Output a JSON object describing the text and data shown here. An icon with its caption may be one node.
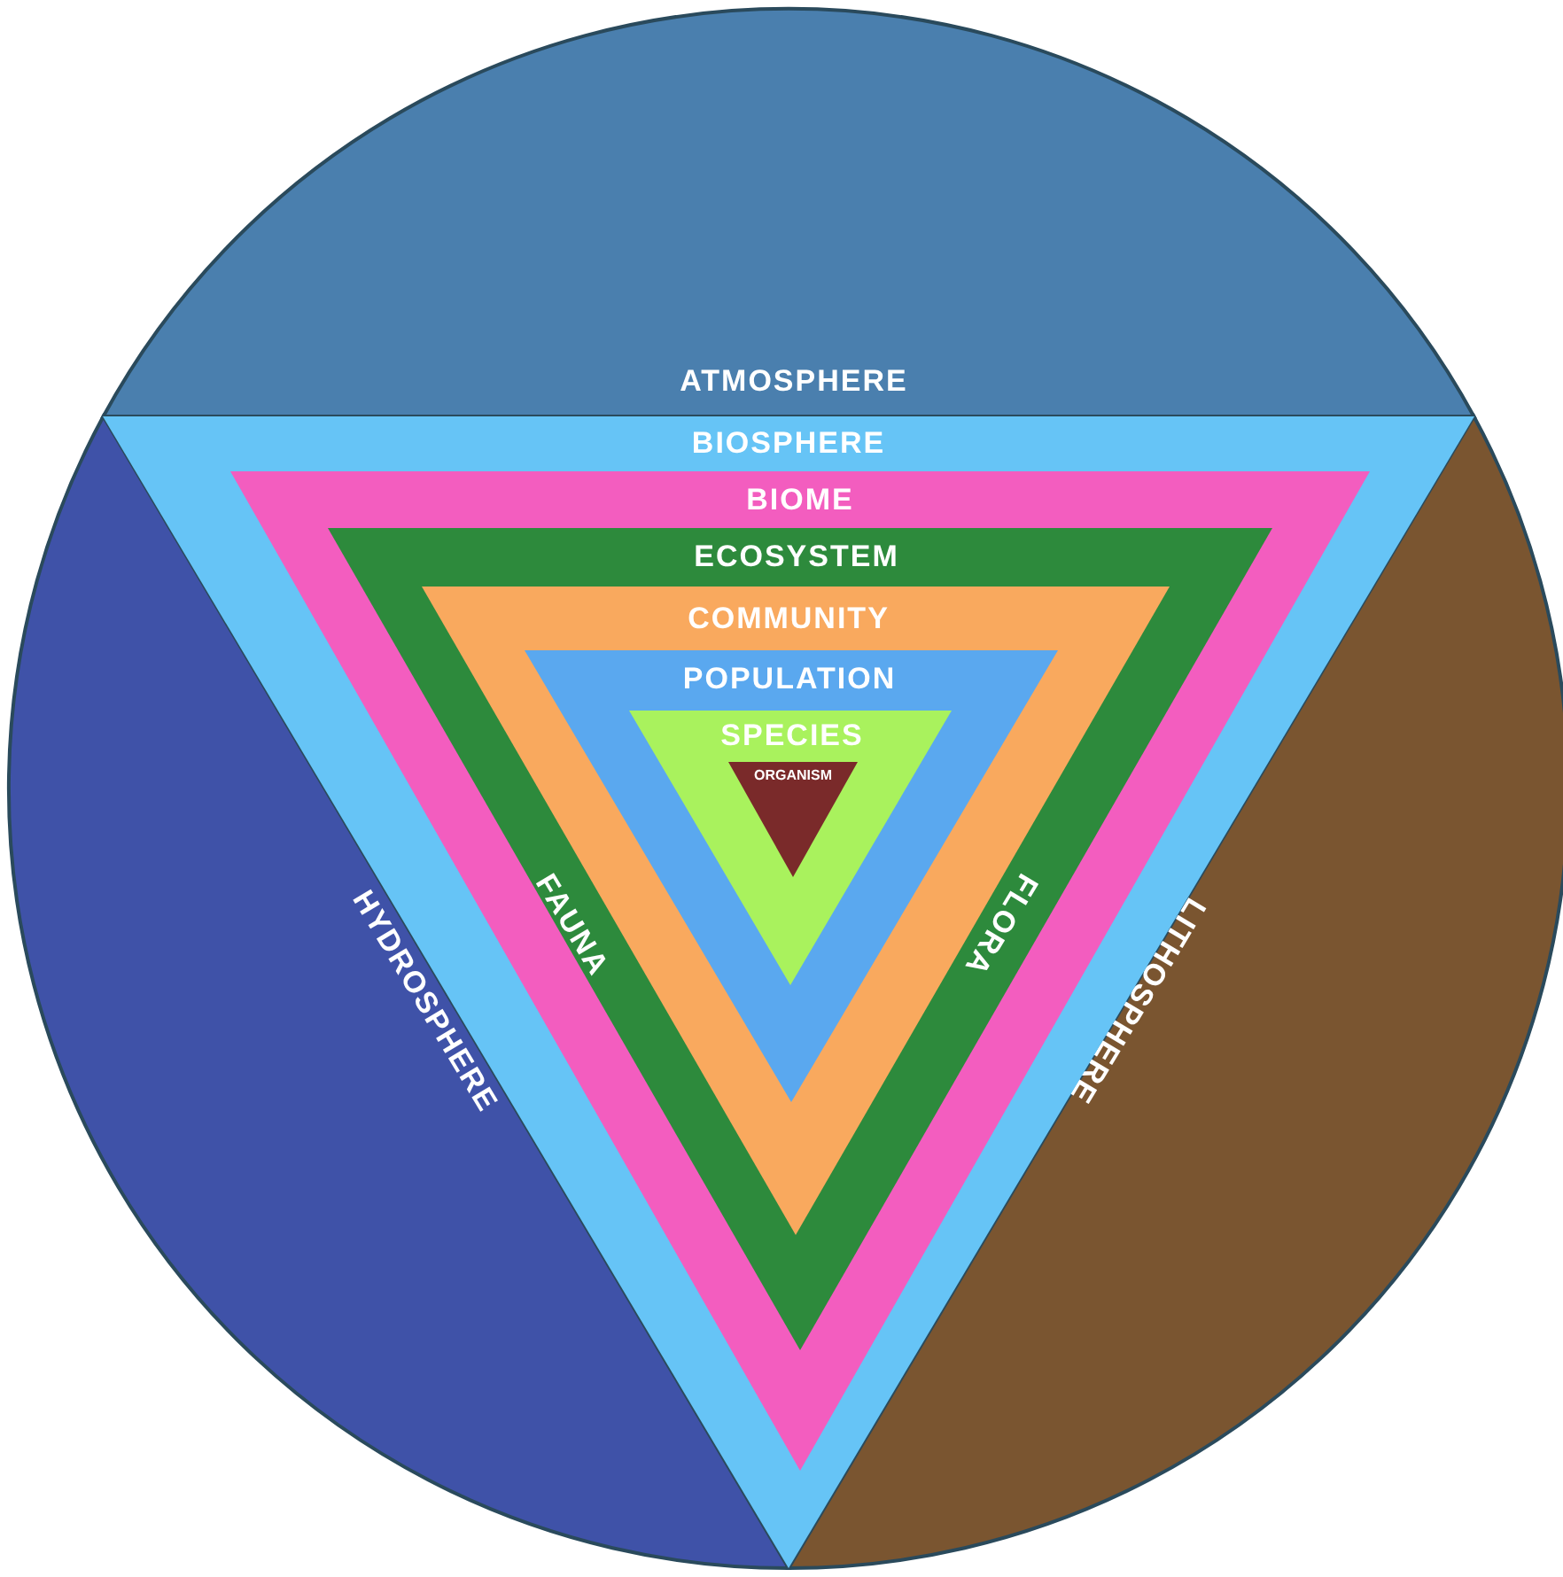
{
  "diagram": {
    "nodes": [
      {
        "text": [
          "ATMOSPHERE"
        ]
      },
      {
        "text": [
          "HYDROSPHERE"
        ]
      },
      {
        "text": [
          "LITHOSPHERE"
        ]
      },
      {
        "text": [
          "BIOSPHERE"
        ]
      },
      {
        "text": [
          "BIOME"
        ],
        "in": 3
      },
      {
        "text": [
          "ECOSYSTEM",
          "FAUNA",
          "FLORA"
        ],
        "in": 4
      },
      {
        "text": [
          "COMMUNITY"
        ],
        "in": 5
      },
      {
        "text": [
          "POPULATION"
        ],
        "in": 6
      },
      {
        "text": [
          "SPECIES"
        ],
        "in": 7
      },
      {
        "text": [
          "ORGANISM"
        ],
        "in": 8
      }
    ]
  }
}
